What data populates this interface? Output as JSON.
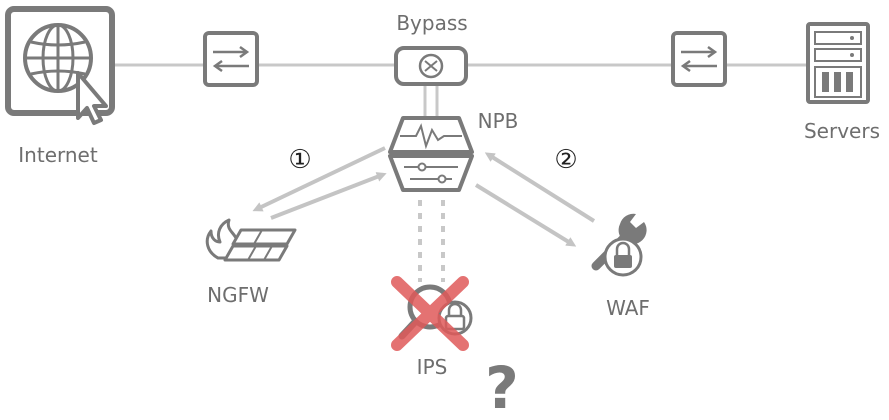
{
  "nodes": {
    "internet": {
      "label": "Internet",
      "icon": "globe-cursor-icon"
    },
    "servers": {
      "label": "Servers",
      "icon": "server-rack-icon"
    },
    "bypass": {
      "label": "Bypass",
      "icon": "bypass-switch-icon"
    },
    "npb": {
      "label": "NPB",
      "icon": "packet-broker-icon"
    },
    "ngfw": {
      "label": "NGFW",
      "icon": "firewall-icon"
    },
    "waf": {
      "label": "WAF",
      "icon": "wrench-lock-icon"
    },
    "ips": {
      "label": "IPS",
      "icon": "magnifier-lock-icon",
      "status": "failed"
    },
    "left_switch": {
      "icon": "switch-icon"
    },
    "right_switch": {
      "icon": "switch-icon"
    }
  },
  "steps": {
    "one": "①",
    "two": "②"
  },
  "question_mark": "?",
  "colors": {
    "line": "#c8c8c8",
    "icon": "#7a7a7a",
    "arrow": "#c4c4c4",
    "failure": "#e05a5a",
    "text": "#6e6e6e"
  }
}
